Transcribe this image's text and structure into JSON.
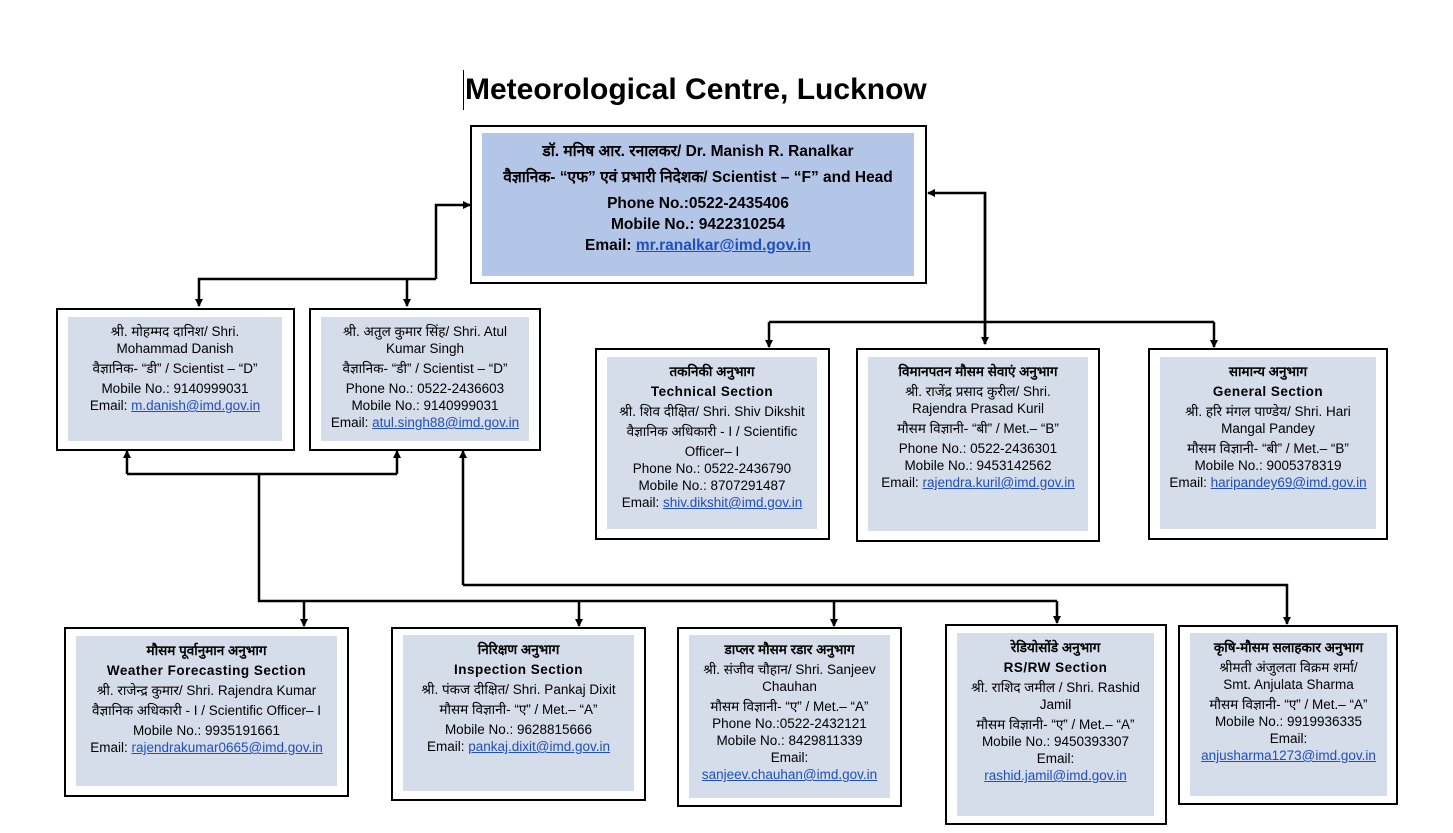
{
  "title": "Meteorological Centre, Lucknow",
  "head": {
    "name": "डॉ. मनिष आर. रनालकर/ Dr. Manish R. Ranalkar",
    "designation": "वैज्ञानिक- “एफ” एवं प्रभारी निदेशक/ Scientist – “F” and Head",
    "phone": "Phone No.:0522-2435406",
    "mobile": "Mobile No.: 9422310254",
    "email_label": "Email: ",
    "email": "mr.ranalkar@imd.gov.in"
  },
  "danish": {
    "name1": "श्री. मोहम्मद दानिश/ Shri.",
    "name2": "Mohammad Danish",
    "designation": "वैज्ञानिक- “डी”  /  Scientist – “D”",
    "mobile": "Mobile No.: 9140999031",
    "email_label": "Email: ",
    "email": "m.danish@imd.gov.in"
  },
  "atul": {
    "name1": "श्री. अतुल कुमार सिंह/ Shri. Atul",
    "name2": "Kumar Singh",
    "designation": "वैज्ञानिक- “डी” / Scientist – “D”",
    "phone": "Phone No.: 0522-2436603",
    "mobile": "Mobile No.: 9140999031",
    "email_label": "Email: ",
    "email": "atul.singh88@imd.gov.in"
  },
  "technical": {
    "section_hi": "तकनिकी अनुभाग",
    "section_en": "Technical  Section",
    "name": "श्री. शिव दीक्षित/ Shri. Shiv Dikshit",
    "designation1": "वैज्ञानिक अधिकारी - I / Scientific",
    "designation2": "Officer– I",
    "phone": "Phone No.: 0522-2436790",
    "mobile": "Mobile No.: 8707291487",
    "email_label": "Email: ",
    "email": "shiv.dikshit@imd.gov.in"
  },
  "aviation": {
    "section_hi": "विमानपतन मौसम सेवाएं अनुभाग",
    "name1": "श्री. राजेंद्र प्रसाद  कुरील/ Shri.",
    "name2": "Rajendra Prasad Kuril",
    "designation": "मौसम विज्ञानी- “बी” / Met.– “B”",
    "phone": "Phone No.: 0522-2436301",
    "mobile": "Mobile No.: 9453142562",
    "email_label": "Email: ",
    "email": "rajendra.kuril@imd.gov.in"
  },
  "general": {
    "section_hi": "सामान्य अनुभाग",
    "section_en": "General  Section",
    "name1": "श्री. हरि  मंगल  पाण्डेय/ Shri. Hari",
    "name2": "Mangal Pandey",
    "designation": "मौसम विज्ञानी- “बी” / Met.– “B”",
    "mobile": "Mobile No.: 9005378319",
    "email_label": "Email: ",
    "email": "haripandey69@imd.gov.in"
  },
  "forecasting": {
    "section_hi": "मौसम पूर्वानुमान अनुभाग",
    "section_en": "Weather  Forecasting  Section",
    "name": "श्री. राजेन्द्र कुमार/  Shri.  Rajendra  Kumar",
    "designation": "वैज्ञानिक अधिकारी - I / Scientific Officer– I",
    "mobile": "Mobile No.: 9935191661",
    "email_label": "Email: ",
    "email": "rajendrakumar0665@imd.gov.in"
  },
  "inspection": {
    "section_hi": "निरिक्षण अनुभाग",
    "section_en": "Inspection  Section",
    "name": "श्री. पंकज  दीक्षित/  Shri.  Pankaj  Dixit",
    "designation": "मौसम विज्ञानी- “ए” / Met.– “A”",
    "mobile": "Mobile No.:  9628815666",
    "email_label": "Email: ",
    "email": "pankaj.dixit@imd.gov.in"
  },
  "doppler": {
    "section_hi": "डाप्लर मौसम रडार अनुभाग",
    "name1": "श्री. संजीव  चौहान/ Shri. Sanjeev",
    "name2": "Chauhan",
    "designation": "मौसम विज्ञानी- “ए” / Met.– “A”",
    "phone": "Phone No.:0522-2432121",
    "mobile": "Mobile No.: 8429811339",
    "email_label": "Email:",
    "email": "sanjeev.chauhan@imd.gov.in"
  },
  "radiosonde": {
    "section_hi": "रेडियोसोंडे अनुभाग",
    "section_en": "RS/RW  Section",
    "name1": "श्री. राशिद  जमील  / Shri. Rashid",
    "name2": "Jamil",
    "designation": "मौसम विज्ञानी- “ए” / Met.– “A”",
    "mobile": "Mobile No.: 9450393307",
    "email_label": "Email:",
    "email": "rashid.jamil@imd.gov.in"
  },
  "agromet": {
    "section_hi": "कृषि-मौसम सलाहकार अनुभाग",
    "name1": "श्रीमती अंजुलता विक्रम शर्मा/",
    "name2": "Smt. Anjulata Sharma",
    "designation": "मौसम विज्ञानी- “ए” / Met.– “A”",
    "mobile": "Mobile No.: 9919936335",
    "email_label": "Email:",
    "email": "anjusharma1273@imd.gov.in"
  }
}
